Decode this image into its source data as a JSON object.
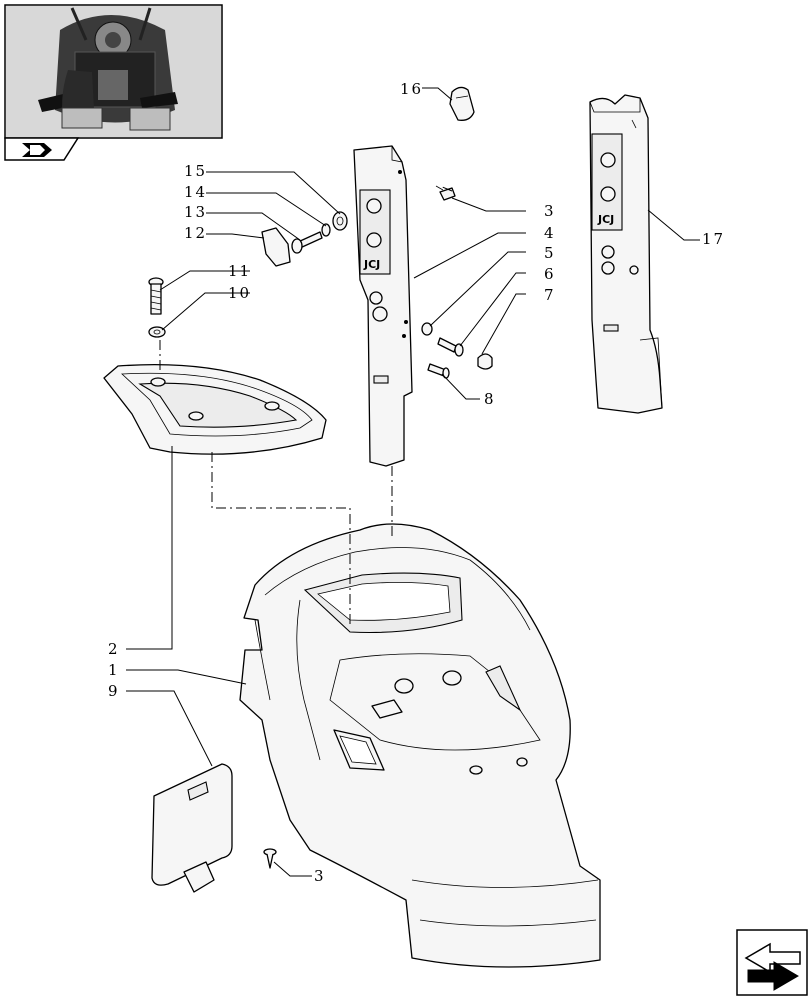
{
  "thumbnail": {
    "icon": "tractor-cab-thumbnail-icon"
  },
  "nav": {
    "prev_icon": "arrow-back-icon",
    "next_icon": "arrow-forward-icon"
  },
  "logo_text": "JCJ",
  "callouts": [
    {
      "id": "16",
      "text": "16"
    },
    {
      "id": "15",
      "text": "15"
    },
    {
      "id": "14",
      "text": "14"
    },
    {
      "id": "13",
      "text": "13"
    },
    {
      "id": "12",
      "text": "12"
    },
    {
      "id": "11",
      "text": "11"
    },
    {
      "id": "10",
      "text": "10"
    },
    {
      "id": "3a",
      "text": "3"
    },
    {
      "id": "4",
      "text": "4"
    },
    {
      "id": "5",
      "text": "5"
    },
    {
      "id": "6",
      "text": "6"
    },
    {
      "id": "7",
      "text": "7"
    },
    {
      "id": "8",
      "text": "8"
    },
    {
      "id": "17",
      "text": "17"
    },
    {
      "id": "2",
      "text": "2"
    },
    {
      "id": "1",
      "text": "1"
    },
    {
      "id": "9",
      "text": "9"
    },
    {
      "id": "3b",
      "text": "3"
    }
  ]
}
